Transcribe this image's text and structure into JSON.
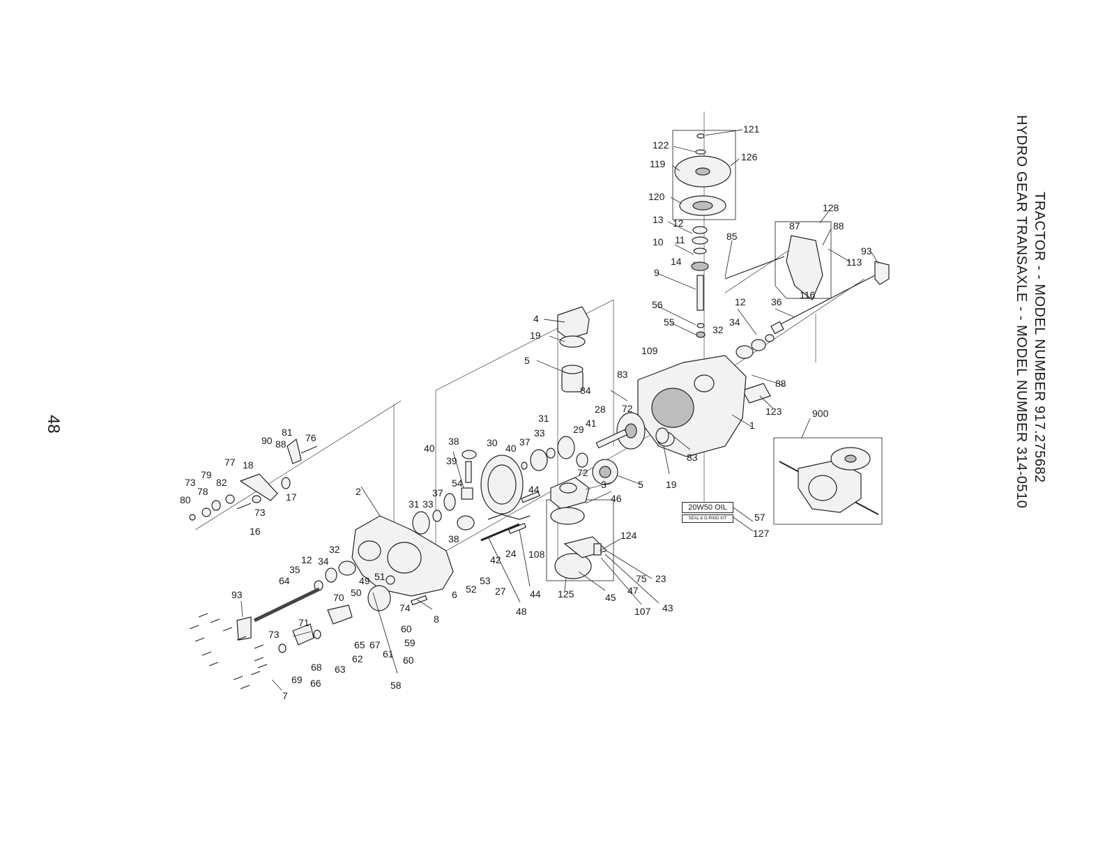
{
  "title_lines": [
    "TRACTOR - - MODEL NUMBER 917.275682",
    "HYDRO GEAR TRANSAXLE - - MODEL NUMBER 314-0510"
  ],
  "page_number": "48",
  "labels": {
    "oil": "20W50 OIL",
    "seal_kit": "SEAL & O-RING KIT"
  },
  "callouts": [
    "121",
    "122",
    "126",
    "119",
    "120",
    "13",
    "12",
    "11",
    "10",
    "14",
    "9",
    "85",
    "128",
    "87",
    "88",
    "93",
    "113",
    "116",
    "56",
    "55",
    "12",
    "36",
    "32",
    "34",
    "109",
    "83",
    "88",
    "123",
    "1",
    "84",
    "72",
    "28",
    "41",
    "29",
    "31",
    "33",
    "37",
    "40",
    "30",
    "38",
    "39",
    "54",
    "40",
    "83",
    "19",
    "5",
    "4",
    "19",
    "5",
    "3",
    "46",
    "44",
    "108",
    "72",
    "124",
    "23",
    "75",
    "47",
    "43",
    "107",
    "45",
    "125",
    "44",
    "48",
    "24",
    "42",
    "27",
    "53",
    "52",
    "6",
    "38",
    "37",
    "31",
    "33",
    "2",
    "32",
    "34",
    "12",
    "35",
    "64",
    "49",
    "51",
    "50",
    "70",
    "74",
    "8",
    "60",
    "59",
    "60",
    "61",
    "67",
    "65",
    "62",
    "63",
    "68",
    "66",
    "69",
    "58",
    "71",
    "73",
    "7",
    "93",
    "81",
    "76",
    "90",
    "88",
    "77",
    "18",
    "79",
    "73",
    "78",
    "82",
    "80",
    "17",
    "73",
    "16",
    "900",
    "57",
    "127"
  ]
}
